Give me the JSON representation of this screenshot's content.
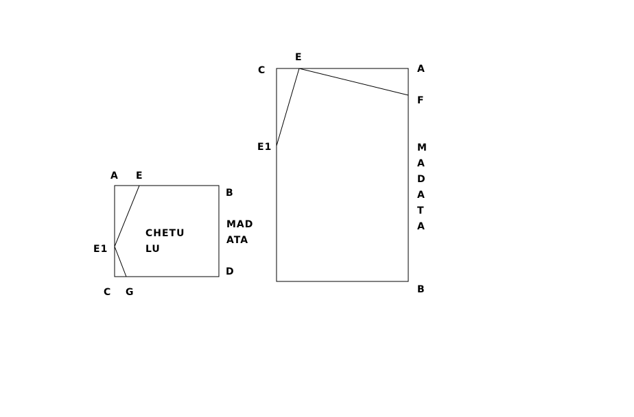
{
  "left_figure": {
    "labels": {
      "a": "A",
      "e": "E",
      "b": "B",
      "e1": "E1",
      "c": "C",
      "g": "G",
      "d": "D",
      "side_1": "MAD",
      "side_2": "ATA",
      "center_1": "CHETU",
      "center_2": "LU"
    }
  },
  "right_figure": {
    "labels": {
      "c": "C",
      "e": "E",
      "a": "A",
      "f": "F",
      "e1": "E1",
      "b": "B",
      "vertical": [
        "M",
        "A",
        "D",
        "A",
        "T",
        "A"
      ]
    }
  },
  "colors": {
    "ink": "#000000",
    "background": "#ffffff"
  }
}
